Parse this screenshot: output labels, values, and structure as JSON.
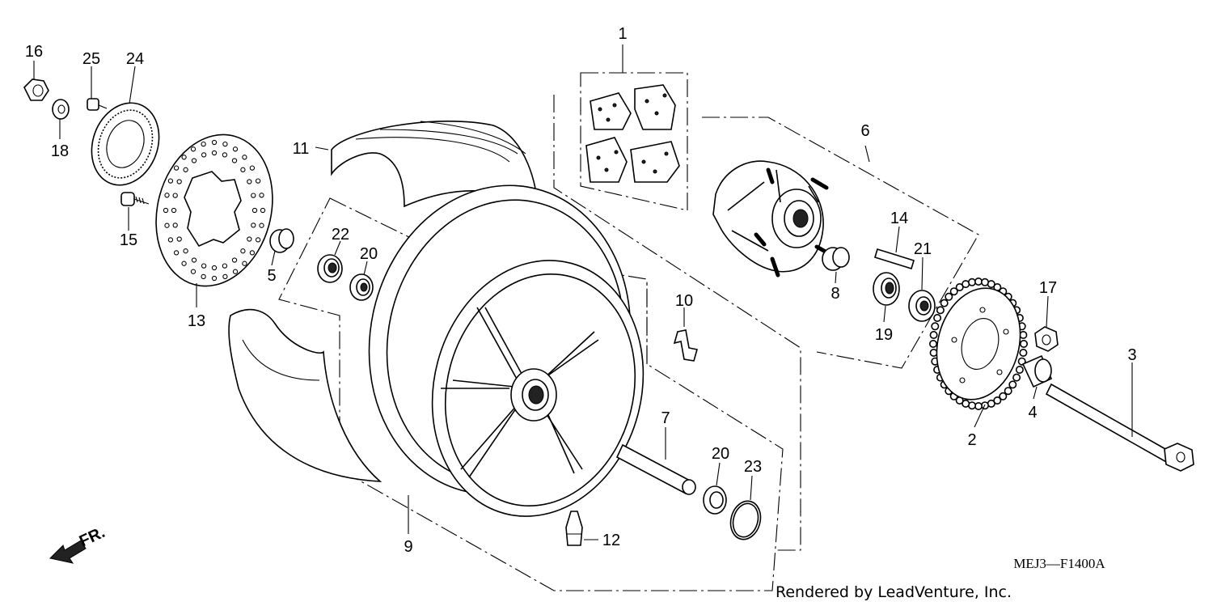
{
  "diagram": {
    "code": "MEJ3—F1400A",
    "credit": "Rendered by LeadVenture, Inc.",
    "direction_label": "FR.",
    "callouts": [
      {
        "id": "1",
        "label": "1"
      },
      {
        "id": "2",
        "label": "2"
      },
      {
        "id": "3",
        "label": "3"
      },
      {
        "id": "4",
        "label": "4"
      },
      {
        "id": "5",
        "label": "5"
      },
      {
        "id": "6",
        "label": "6"
      },
      {
        "id": "7",
        "label": "7"
      },
      {
        "id": "8",
        "label": "8"
      },
      {
        "id": "9",
        "label": "9"
      },
      {
        "id": "10",
        "label": "10"
      },
      {
        "id": "11",
        "label": "11"
      },
      {
        "id": "12",
        "label": "12"
      },
      {
        "id": "13",
        "label": "13"
      },
      {
        "id": "14",
        "label": "14"
      },
      {
        "id": "15",
        "label": "15"
      },
      {
        "id": "16",
        "label": "16"
      },
      {
        "id": "17",
        "label": "17"
      },
      {
        "id": "18",
        "label": "18"
      },
      {
        "id": "19",
        "label": "19"
      },
      {
        "id": "20a",
        "label": "20"
      },
      {
        "id": "20b",
        "label": "20"
      },
      {
        "id": "21",
        "label": "21"
      },
      {
        "id": "22",
        "label": "22"
      },
      {
        "id": "23",
        "label": "23"
      },
      {
        "id": "24",
        "label": "24"
      },
      {
        "id": "25",
        "label": "25"
      }
    ]
  }
}
